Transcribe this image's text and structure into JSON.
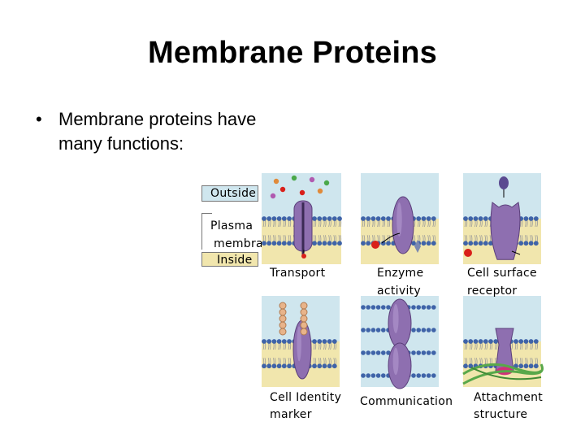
{
  "slide": {
    "title": "Membrane Proteins",
    "bullet_symbol": "•",
    "bullet_text": "Membrane proteins have many functions:"
  },
  "legend": {
    "outside": "Outside",
    "plasma_membrane_line1": "Plasma",
    "plasma_membrane_line2": "membrane",
    "inside": "Inside"
  },
  "functions": {
    "transport": "Transport",
    "enzyme_line1": "Enzyme",
    "enzyme_line2": "activity",
    "receptor_line1": "Cell surface",
    "receptor_line2": "receptor",
    "identity_line1": "Cell Identity",
    "identity_line2": "marker",
    "communication": "Communication",
    "attachment_line1": "Attachment",
    "attachment_line2": "structure"
  },
  "colors": {
    "outside_fluid": "#cfe6ee",
    "inside_fluid": "#f1e6ad",
    "lipid_head": "#3f63a8",
    "protein": "#8e6fb0",
    "ligand_red": "#d9201a",
    "sugar_chain": "#e8b48a",
    "cytoskeleton": "#58a84a"
  }
}
